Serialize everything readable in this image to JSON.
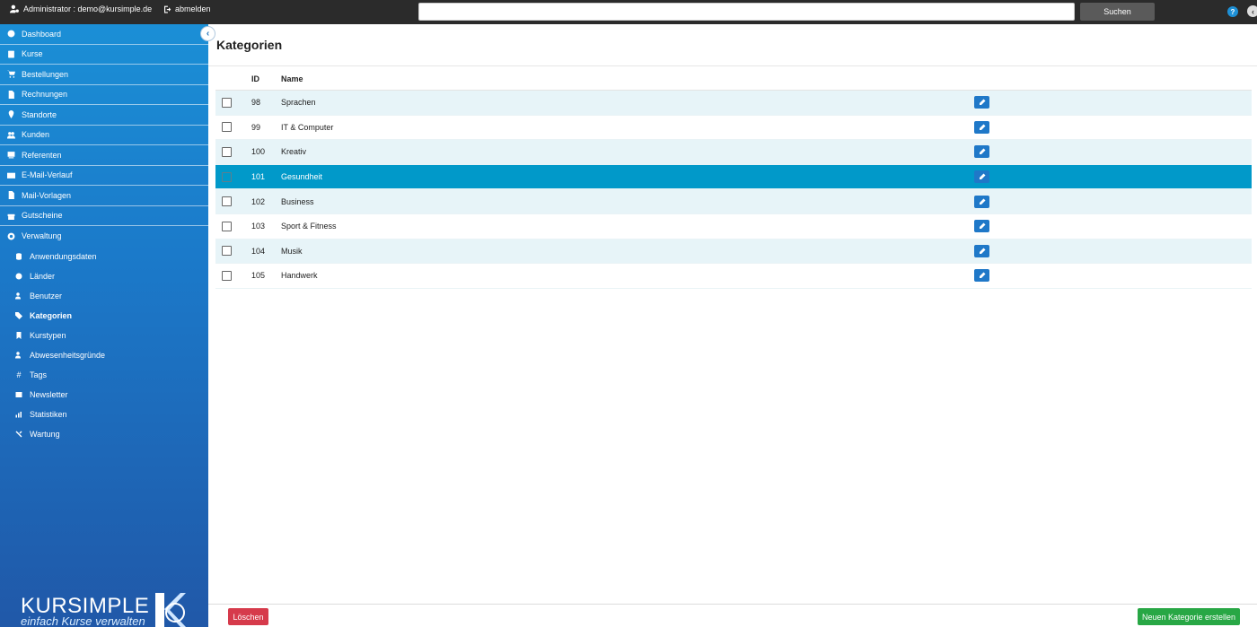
{
  "topbar": {
    "user_label": "Administrator : demo@kursimple.de",
    "logout_label": "abmelden",
    "search_placeholder": "",
    "search_button": "Suchen",
    "help_label": "?"
  },
  "sidebar": {
    "main_items": [
      {
        "label": "Dashboard",
        "icon": "dashboard-icon"
      },
      {
        "label": "Kurse",
        "icon": "book-icon"
      },
      {
        "label": "Bestellungen",
        "icon": "cart-icon"
      },
      {
        "label": "Rechnungen",
        "icon": "invoice-icon"
      },
      {
        "label": "Standorte",
        "icon": "map-marker-icon"
      },
      {
        "label": "Kunden",
        "icon": "users-icon"
      },
      {
        "label": "Referenten",
        "icon": "chalkboard-icon"
      },
      {
        "label": "E-Mail-Verlauf",
        "icon": "envelope-icon"
      },
      {
        "label": "Mail-Vorlagen",
        "icon": "file-icon"
      },
      {
        "label": "Gutscheine",
        "icon": "gift-icon"
      },
      {
        "label": "Verwaltung",
        "icon": "gear-icon"
      }
    ],
    "sub_items": [
      {
        "label": "Anwendungsdaten",
        "icon": "database-icon"
      },
      {
        "label": "Länder",
        "icon": "globe-icon"
      },
      {
        "label": "Benutzer",
        "icon": "user-cog-icon"
      },
      {
        "label": "Kategorien",
        "icon": "tags-icon",
        "active": true
      },
      {
        "label": "Kurstypen",
        "icon": "bookmark-icon"
      },
      {
        "label": "Abwesenheitsgründe",
        "icon": "user-times-icon"
      },
      {
        "label": "Tags",
        "icon": "hashtag-icon"
      },
      {
        "label": "Newsletter",
        "icon": "newspaper-icon"
      },
      {
        "label": "Statistiken",
        "icon": "chart-icon"
      },
      {
        "label": "Wartung",
        "icon": "tools-icon"
      }
    ],
    "logo": {
      "word": "KURSIMPLE",
      "tagline": "einfach Kurse verwalten"
    }
  },
  "main": {
    "title": "Kategorien",
    "columns": {
      "id": "ID",
      "name": "Name"
    },
    "rows": [
      {
        "id": "98",
        "name": "Sprachen"
      },
      {
        "id": "99",
        "name": "IT & Computer"
      },
      {
        "id": "100",
        "name": "Kreativ"
      },
      {
        "id": "101",
        "name": "Gesundheit",
        "selected": true
      },
      {
        "id": "102",
        "name": "Business"
      },
      {
        "id": "103",
        "name": "Sport & Fitness"
      },
      {
        "id": "104",
        "name": "Musik"
      },
      {
        "id": "105",
        "name": "Handwerk"
      }
    ],
    "delete_button": "Löschen",
    "new_button": "Neuen Kategorie erstellen"
  },
  "colors": {
    "topbar": "#2b2b2b",
    "sidebar_top": "#1b8fd6",
    "sidebar_bottom": "#2058a8",
    "row_stripe": "#e7f4f8",
    "row_selected": "#0199c9",
    "edit_button": "#1f78c8",
    "delete_button": "#d63a4b",
    "new_button": "#28a745"
  }
}
